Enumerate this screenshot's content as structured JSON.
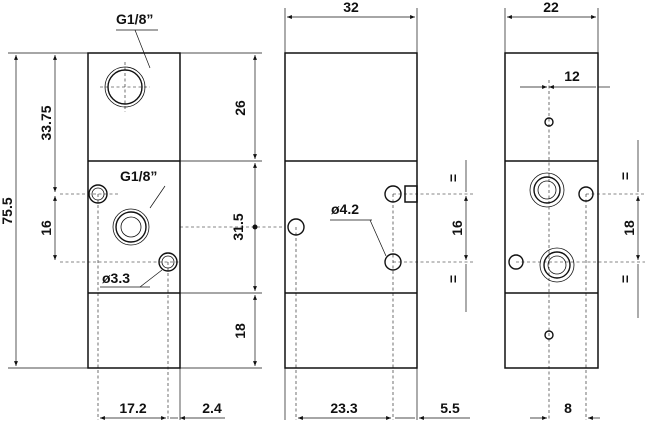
{
  "labels": {
    "port_top": "G1/8”",
    "port_mid": "G1/8”",
    "hole_small": "ø3.3",
    "hole_right": "ø4.2",
    "overall_height": "75.5",
    "top_offset": "33.75",
    "pitch_left": "16",
    "top_section": "26",
    "mid_section": "31.5",
    "bot_section": "18",
    "width_front": "32",
    "pitch_front": "16",
    "width_side": "22",
    "offset_side": "12",
    "pitch_side": "18",
    "equal_mark": "=",
    "bottom_17": "17.2",
    "bottom_24": "2.4",
    "bottom_233": "23.3",
    "bottom_55": "5.5",
    "bottom_8": "8"
  }
}
